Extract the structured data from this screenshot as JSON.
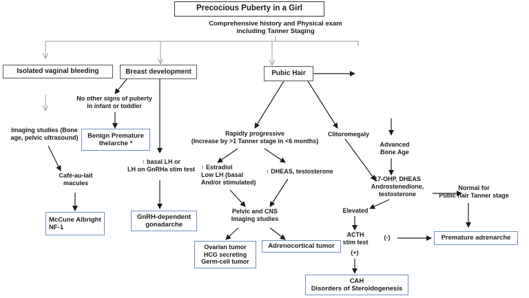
{
  "title": "Precocious Puberty in a Girl",
  "root": "Comprehensive history and Physical exam\nincluding Tanner Staging",
  "branches": {
    "vaginal": "Isolated vaginal bleeding",
    "breast": "Breast development",
    "pubic": "Pubic Hair"
  },
  "nodes": {
    "imaging_bone": "Imaging studies (Bone\nage, pelvic ultrasound)",
    "cafe": "Café-au-lait\nmacules",
    "mccune": "McCune Albright\nNF-1",
    "no_other": "No other signs of puberty\nin infant or toddler",
    "benign": "Benign Premature\nthelarche *",
    "basal_lh": "↑ basal LH or\nLH on GnRHa stim test",
    "gnrh": "GnRH-dependent\ngonadarche",
    "rapid": "Rapidly progressive\n(Increase by >1 Tanner stage in <6 months)",
    "estradiol": "↑ Estradiol\nLow LH (basal\nAnd/or stimulated)",
    "dheas": "↑ DHEAS, testosterone",
    "pelvic_cns": "Pelvic and CNS\nImaging studies",
    "ovarian": "Ovarian tumor\nHCG secreting\nGerm-cell tumor",
    "adrenocortical": "Adrenocortical  tumor",
    "clitoromegaly": "Clitoromegaly",
    "advanced": "Advanced\nBone Age",
    "ohp": "17-OHP, DHEAS\nAndrostenedione,\ntestosterone",
    "elevated": "Elevated",
    "acth": "ACTH\nstim test",
    "neg": "(-)",
    "pos": "(+)",
    "cah": "CAH\nDisorders of Steroidogenesis",
    "normal": "Normal for\nPubic hair Tanner stage",
    "premature_adrenarche": "Premature adrenarche"
  }
}
